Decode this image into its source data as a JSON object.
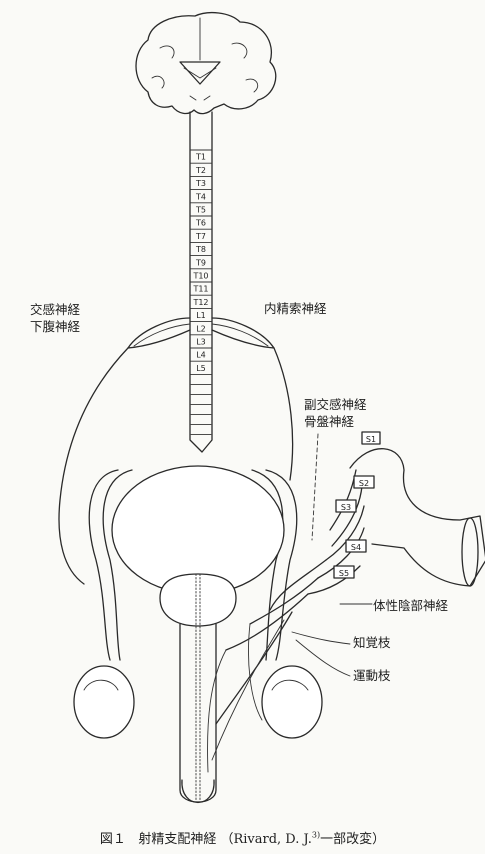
{
  "labels": {
    "sympathetic_line1": "交感神経",
    "sympathetic_line2": "下腹神経",
    "internal_spermatic": "内精索神経",
    "parasympathetic_line1": "副交感神経",
    "parasympathetic_line2": "骨盤神経",
    "pudendal": "体性陰部神経",
    "sensory_branch": "知覚枝",
    "motor_branch": "運動枝"
  },
  "spinal_segments": [
    "T1",
    "T2",
    "T3",
    "T4",
    "T5",
    "T6",
    "T7",
    "T8",
    "T9",
    "T10",
    "T11",
    "T12",
    "L1",
    "L2",
    "L3",
    "L4",
    "L5"
  ],
  "sacral_segments": [
    "S1",
    "S2",
    "S3",
    "S4",
    "S5"
  ],
  "caption": {
    "figure_no": "図１",
    "title": "射精支配神経",
    "source_open": "（Rivard, D. J.",
    "ref": "3)",
    "source_close": "一部改変）"
  }
}
